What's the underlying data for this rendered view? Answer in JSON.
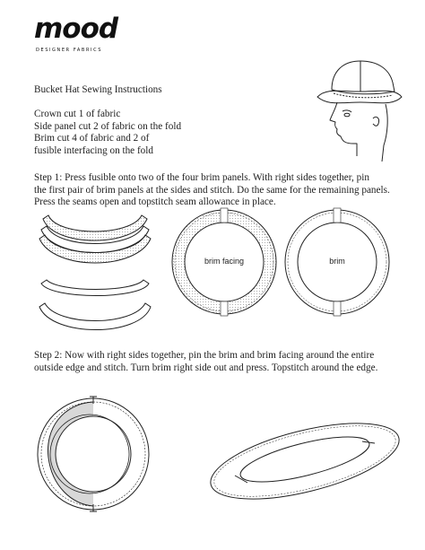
{
  "brand": {
    "name": "mood",
    "tagline": "DESIGNER FABRICS"
  },
  "title": "Bucket Hat Sewing Instructions",
  "cutting": [
    "Crown cut 1 of fabric",
    "Side panel cut 2 of fabric on the fold",
    "Brim cut 4 of fabric and 2 of",
    "fusible interfacing on the fold"
  ],
  "step1": [
    "Step 1: Press fusible onto two of the four brim panels. With right sides together, pin",
    "the first pair of brim panels at the sides and stitch. Do the same for the remaining panels.",
    "Press the seams open and topstitch seam allowance in place."
  ],
  "step2": [
    "Step 2: Now with right sides together, pin the brim and brim facing around the entire",
    "outside edge and stitch. Turn brim right side out and press. Topstitch around the edge."
  ],
  "diagram_labels": {
    "facing": "brim facing",
    "brim": "brim"
  },
  "colors": {
    "ink": "#222222",
    "paper": "#ffffff",
    "stipple": "#999999"
  },
  "icons": [
    "hat-head-illustration",
    "brim-panel-pieces",
    "brim-ring",
    "brim-ellipse"
  ]
}
